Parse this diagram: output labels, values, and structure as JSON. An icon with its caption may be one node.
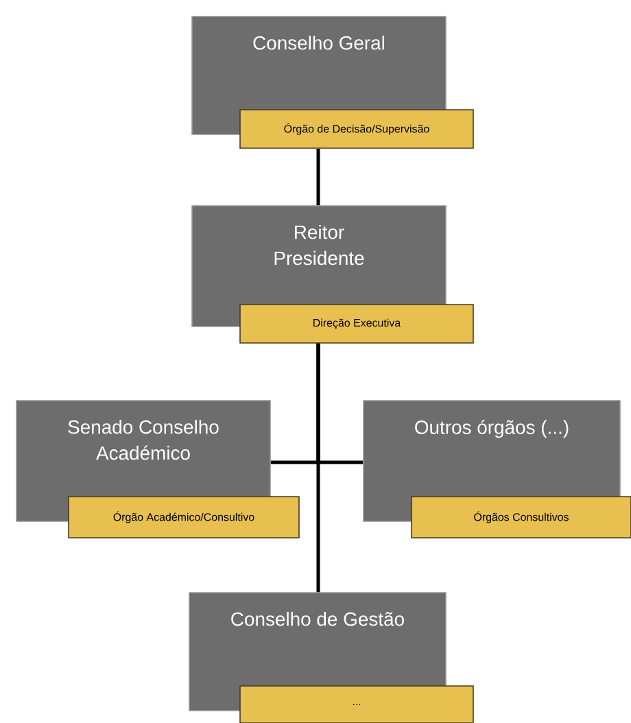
{
  "diagram": {
    "nodes": [
      {
        "text": [
          "Conselho Geral"
        ]
      },
      {
        "text": [
          "Órgão de Decisão/Supervisão"
        ]
      },
      {
        "text": [
          "Reitor Presidente"
        ]
      },
      {
        "text": [
          "Direção Executiva"
        ]
      },
      {
        "text": [
          "Senado Conselho Académico"
        ]
      },
      {
        "text": [
          "Órgão Académico/Consultivo"
        ]
      },
      {
        "text": [
          "Outros órgãos (...)"
        ]
      },
      {
        "text": [
          "Órgãos Consultivos"
        ]
      },
      {
        "text": [
          "Conselho de Gestão"
        ]
      },
      {
        "text": [
          "..."
        ]
      }
    ],
    "edges": [
      {
        "from": 1,
        "to": 2,
        "arrow": "none"
      },
      {
        "from": 3,
        "to": 4,
        "arrow": "none"
      },
      {
        "from": 3,
        "to": 6,
        "arrow": "none"
      },
      {
        "from": 3,
        "to": 8,
        "arrow": "none"
      }
    ]
  }
}
